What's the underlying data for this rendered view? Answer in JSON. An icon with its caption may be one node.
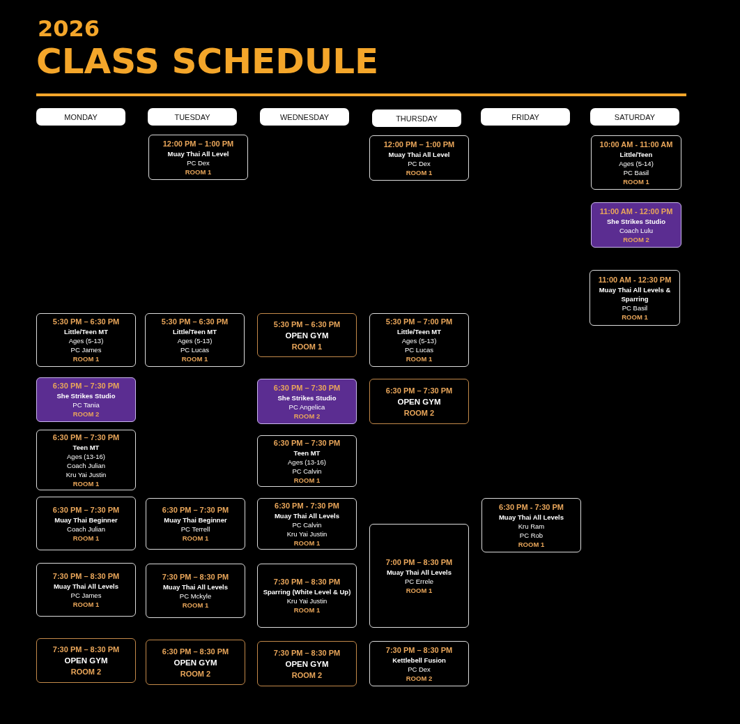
{
  "diagram": {
    "title": "CLASS SCHEDULE",
    "labels": [
      "2026"
    ],
    "nodes": [
      {
        "text": [
          "MONDAY"
        ]
      },
      {
        "text": [
          "TUESDAY"
        ]
      },
      {
        "text": [
          "WEDNESDAY"
        ]
      },
      {
        "text": [
          "THURSDAY"
        ]
      },
      {
        "text": [
          "FRIDAY"
        ]
      },
      {
        "text": [
          "SATURDAY"
        ]
      },
      {
        "text": [
          "5:30 PM – 6:30 PM",
          "Little/Teen MT",
          "Ages (5-13)",
          "PC James",
          "ROOM 1"
        ]
      },
      {
        "text": [
          "6:30 PM – 7:30 PM",
          "She Strikes Studio",
          "PC Tania",
          "ROOM 2"
        ]
      },
      {
        "text": [
          "6:30 PM – 7:30 PM",
          "Teen MT",
          "Ages (13-16)",
          "Coach Julian",
          "Kru Yai Justin",
          "ROOM 1"
        ]
      },
      {
        "text": [
          "6:30 PM – 7:30 PM",
          "Muay Thai Beginner",
          "Coach Julian",
          "ROOM 1"
        ]
      },
      {
        "text": [
          "7:30 PM – 8:30 PM",
          "Muay Thai All Levels",
          "PC James",
          "ROOM 1"
        ]
      },
      {
        "text": [
          "7:30 PM – 8:30 PM",
          "OPEN GYM",
          "ROOM 2"
        ]
      },
      {
        "text": [
          "12:00 PM – 1:00 PM",
          "Muay Thai All Level",
          "PC Dex",
          "ROOM 1"
        ]
      },
      {
        "text": [
          "5:30 PM – 6:30 PM",
          "Little/Teen MT",
          "Ages (5-13)",
          "PC Lucas",
          "ROOM 1"
        ]
      },
      {
        "text": [
          "6:30 PM – 7:30 PM",
          "Muay Thai Beginner",
          "PC Terrell",
          "ROOM 1"
        ]
      },
      {
        "text": [
          "7:30 PM – 8:30 PM",
          "Muay Thai All Levels",
          "PC Mckyle",
          "ROOM 1"
        ]
      },
      {
        "text": [
          "6:30 PM – 8:30 PM",
          "OPEN GYM",
          "ROOM 2"
        ]
      },
      {
        "text": [
          "5:30 PM – 6:30 PM",
          "OPEN GYM",
          "ROOM 1"
        ]
      },
      {
        "text": [
          "6:30 PM – 7:30 PM",
          "She Strikes Studio",
          "PC Angelica",
          "ROOM 2"
        ]
      },
      {
        "text": [
          "6:30 PM – 7:30 PM",
          "Teen MT",
          "Ages (13-16)",
          "PC Calvin",
          "ROOM 1"
        ]
      },
      {
        "text": [
          "6:30 PM - 7:30 PM",
          "Muay Thai All Levels",
          "PC Calvin",
          "Kru Yai Justin",
          "ROOM 1"
        ]
      },
      {
        "text": [
          "7:30 PM – 8:30 PM",
          "Sparring (White Level & Up)",
          "Kru Yai Justin",
          "ROOM 1"
        ]
      },
      {
        "text": [
          "7:30 PM – 8:30 PM",
          "OPEN GYM",
          "ROOM 2"
        ]
      },
      {
        "text": [
          "12:00 PM – 1:00 PM",
          "Muay Thai All Level",
          "PC Dex",
          "ROOM 1"
        ]
      },
      {
        "text": [
          "5:30 PM – 7:00 PM",
          "Little/Teen MT",
          "Ages (5-13)",
          "PC Lucas",
          "ROOM 1"
        ]
      },
      {
        "text": [
          "6:30 PM – 7:30 PM",
          "OPEN GYM",
          "ROOM 2"
        ]
      },
      {
        "text": [
          "7:00 PM – 8:30 PM",
          "Muay Thai All Levels",
          "PC Errele",
          "ROOM 1"
        ]
      },
      {
        "text": [
          "7:30 PM – 8:30 PM",
          "Kettlebell Fusion",
          "PC Dex",
          "ROOM 2"
        ]
      },
      {
        "text": [
          "6:30 PM - 7:30 PM",
          "Muay Thai All Levels",
          "Kru Ram",
          "PC Rob",
          "ROOM 1"
        ]
      },
      {
        "text": [
          "10:00 AM - 11:00 AM",
          "Little/Teen",
          "Ages (5-14)",
          "PC Basil",
          "ROOM 1"
        ]
      },
      {
        "text": [
          "11:00 AM - 12:00 PM",
          "She Strikes Studio",
          "Coach Lulu",
          "ROOM 2"
        ]
      },
      {
        "text": [
          "11:00 AM - 12:30 PM",
          "Muay Thai All Levels & Sparring",
          "PC Basil",
          "ROOM 1"
        ]
      }
    ],
    "edges": []
  }
}
